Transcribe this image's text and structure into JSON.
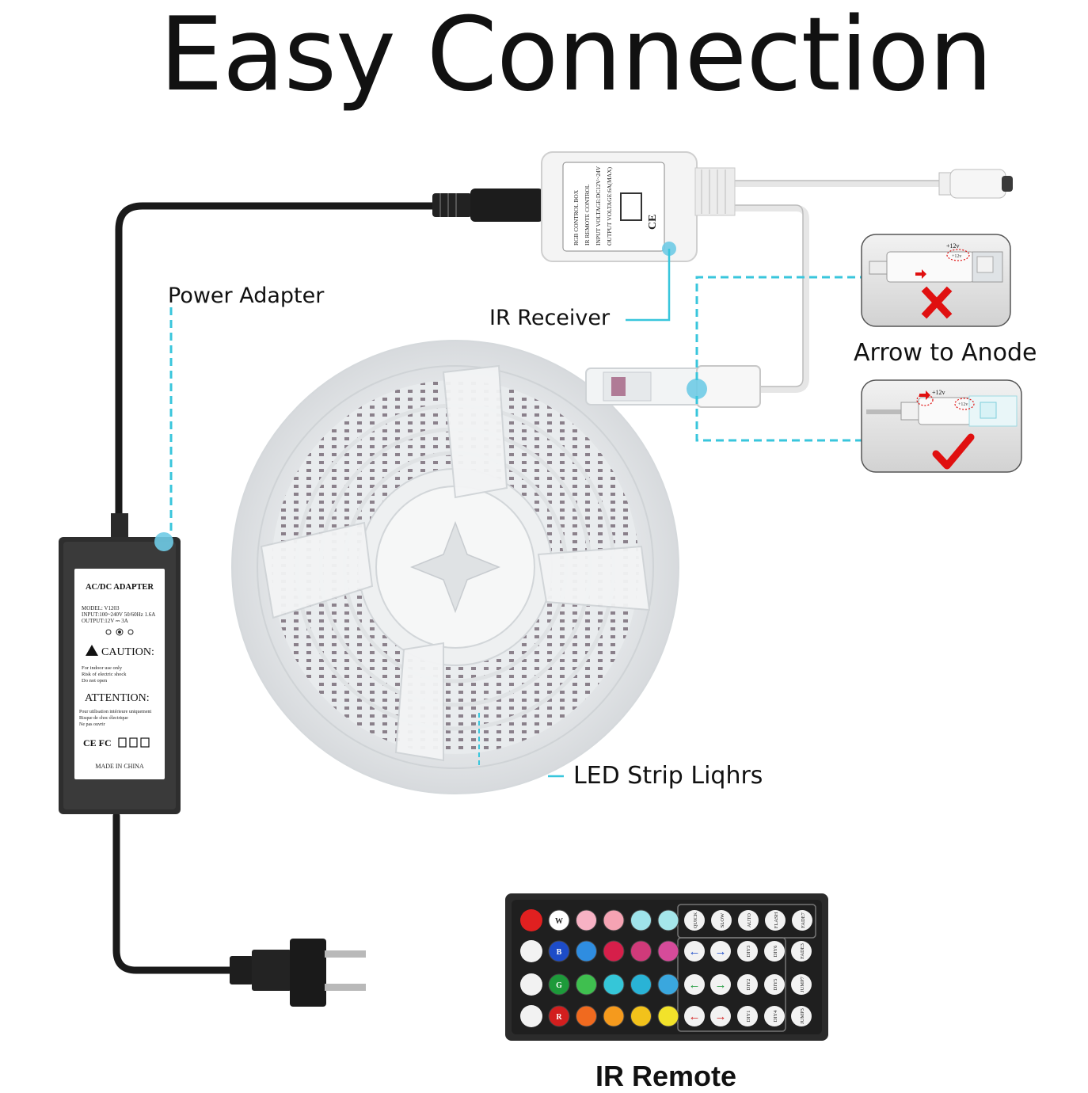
{
  "title": "Easy Connection",
  "labels": {
    "power_adapter": "Power Adapter",
    "ir_receiver": "IR Receiver",
    "arrow_to_anode": "Arrow to Anode",
    "led_strip": "LED Strip Liqhrs",
    "ir_remote": "IR Remote"
  },
  "adapter": {
    "heading": "AC/DC ADAPTER",
    "model": "MODEL:   V1203",
    "input": "INPUT:100~240V 50/60Hz 1.6A",
    "output": "OUTPUT:12V ⎓ 3A",
    "caution": "CAUTION:",
    "caution_lines": [
      "For indoor use only",
      "Risk of electric shock",
      "Do not open"
    ],
    "attention": "ATTENTION:",
    "attention_lines": [
      "Pour utilisation intérieure uniquement",
      "Risque de choc électrique",
      "Ne pas ouvrir"
    ],
    "marks": "CE FC",
    "made_in": "MADE IN CHINA"
  },
  "receiver": {
    "lines": [
      "RGB CONTROL BOX",
      "IR REMOTE CONTROL",
      "INPUT VOLTAGE:DC12V~24V",
      "OUTPUT VOLTAGE:6A(MAX)"
    ],
    "ce": "CE"
  },
  "anode_panels": {
    "wrong_label": "+12v",
    "wrong_small": "+12v",
    "right_label": "+12v",
    "right_small": "+12v"
  },
  "remote": {
    "side_labels": [
      "W",
      "B",
      "G",
      "R"
    ],
    "mode_buttons": [
      "QUICK",
      "SLOW",
      "AUTO",
      "FLASH",
      "FADE7"
    ],
    "diy_rows": [
      [
        "DIY3",
        "DIY6",
        "FADE3"
      ],
      [
        "DIY2",
        "DIY5",
        "JUMP7"
      ],
      [
        "DIY1",
        "DIY4",
        "JUMP3"
      ]
    ],
    "color_rows": [
      [
        "#ffffff",
        "#f7b2c4",
        "#f5a3b3",
        "#9fe3ea",
        "#a5e6ea"
      ],
      [
        "#1d4cc8",
        "#2f8de0",
        "#d61f4a",
        "#d03a7a",
        "#d64b9a"
      ],
      [
        "#1d9a3a",
        "#3fbf4f",
        "#35c6d8",
        "#29b3d6",
        "#3aa7de"
      ],
      [
        "#d21e1e",
        "#f06a1f",
        "#f59a1d",
        "#f2c21b",
        "#f2e22a"
      ]
    ],
    "accent": "#e02020"
  },
  "colors": {
    "dash": "#39c6dc",
    "cable": "#1a1a1a",
    "bg": "#ffffff",
    "wrong": "#e01010"
  }
}
